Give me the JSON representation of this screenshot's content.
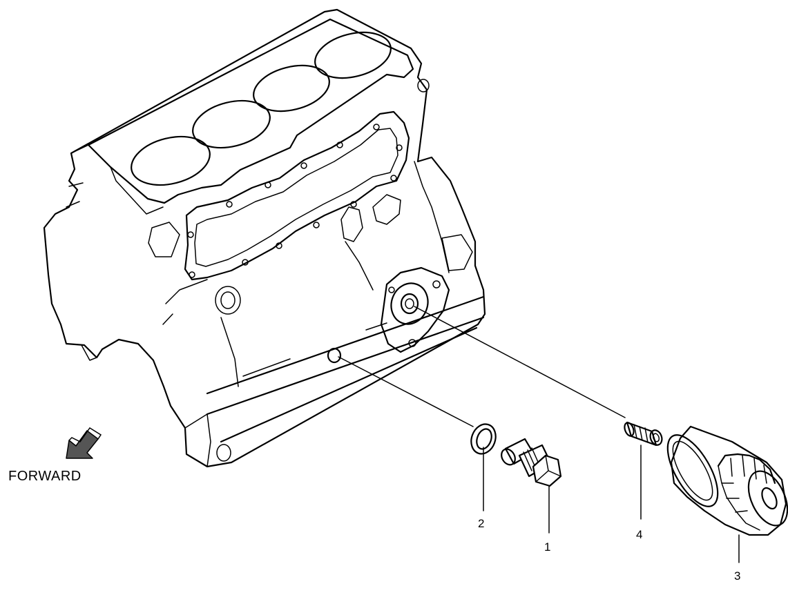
{
  "direction_label": "FORWARD",
  "callouts": [
    {
      "number": "1",
      "part": "oil-pressure-switch"
    },
    {
      "number": "2",
      "part": "gasket"
    },
    {
      "number": "3",
      "part": "oil-filter"
    },
    {
      "number": "4",
      "part": "union-bolt"
    }
  ]
}
